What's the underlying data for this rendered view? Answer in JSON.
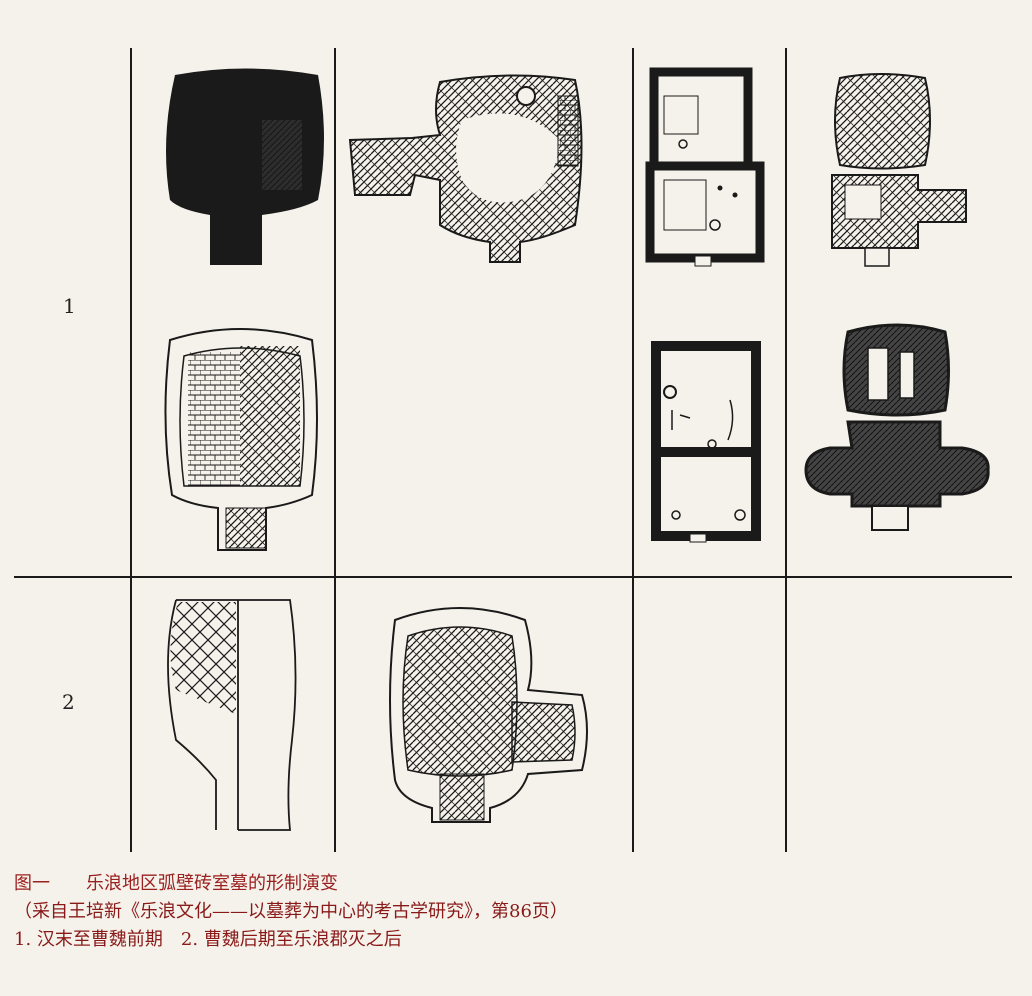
{
  "figure": {
    "row_labels": [
      "1",
      "2"
    ]
  },
  "caption": {
    "figure_number": "图一",
    "title": "乐浪地区弧壁砖室墓的形制演变",
    "source": "（采自王培新《乐浪文化——以墓葬为中心的考古学研究》，第86页）",
    "legend": "1. 汉末至曹魏前期　2. 曹魏后期至乐浪郡灭之后"
  },
  "colors": {
    "ink": "#1a1a1a",
    "caption": "#9b2020",
    "paper": "#f4f2ea"
  }
}
